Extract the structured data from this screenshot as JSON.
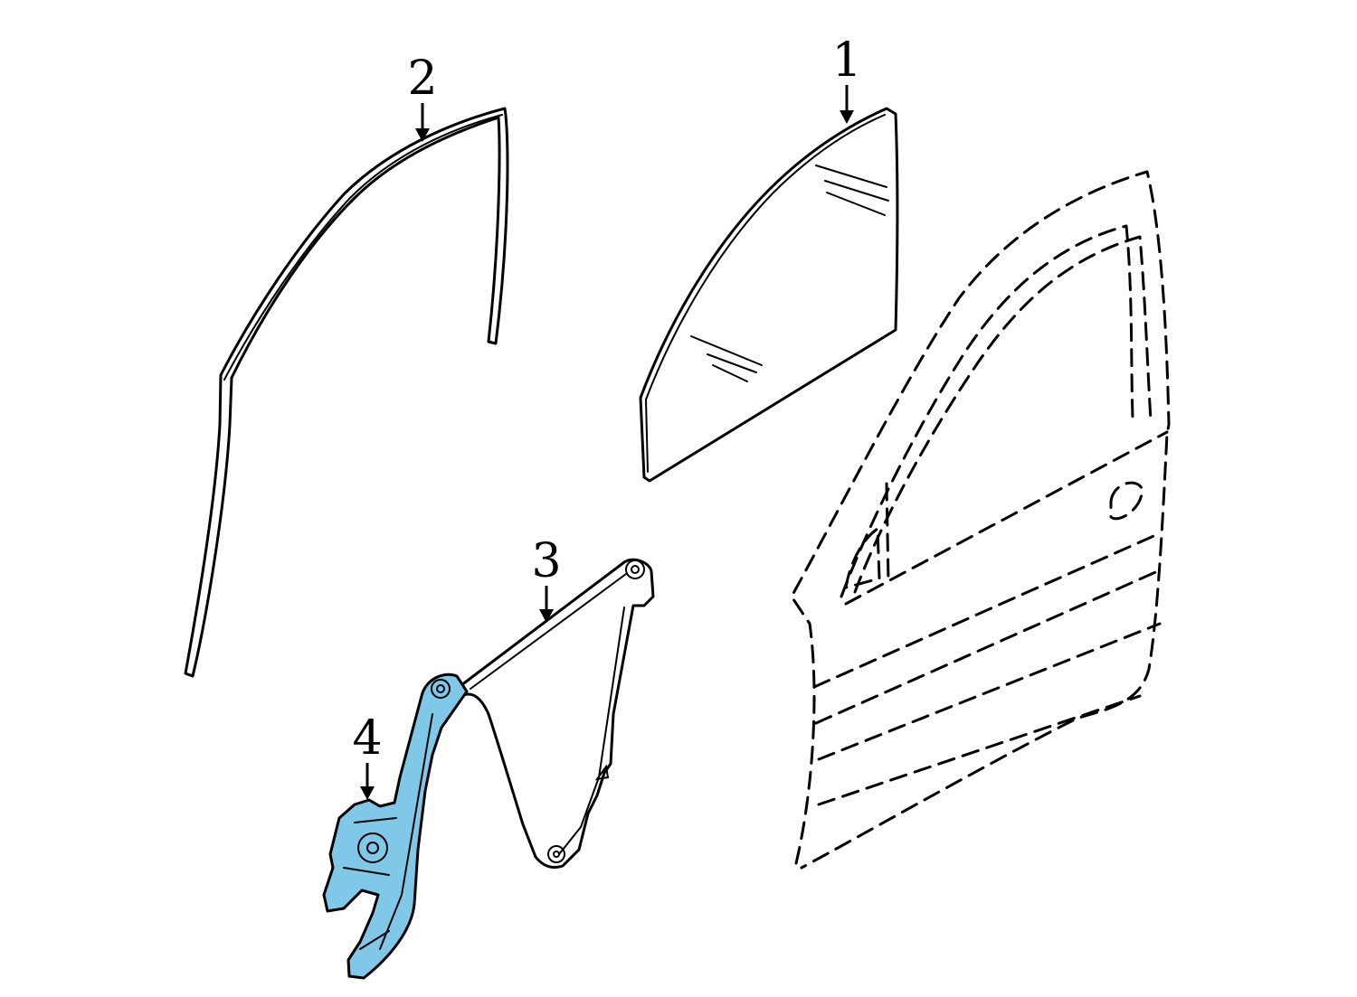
{
  "callouts": {
    "c1": "1",
    "c2": "2",
    "c3": "3",
    "c4": "4"
  },
  "colors": {
    "highlight_fill": "#7fc8e8",
    "line": "#000000",
    "background": "#ffffff"
  }
}
